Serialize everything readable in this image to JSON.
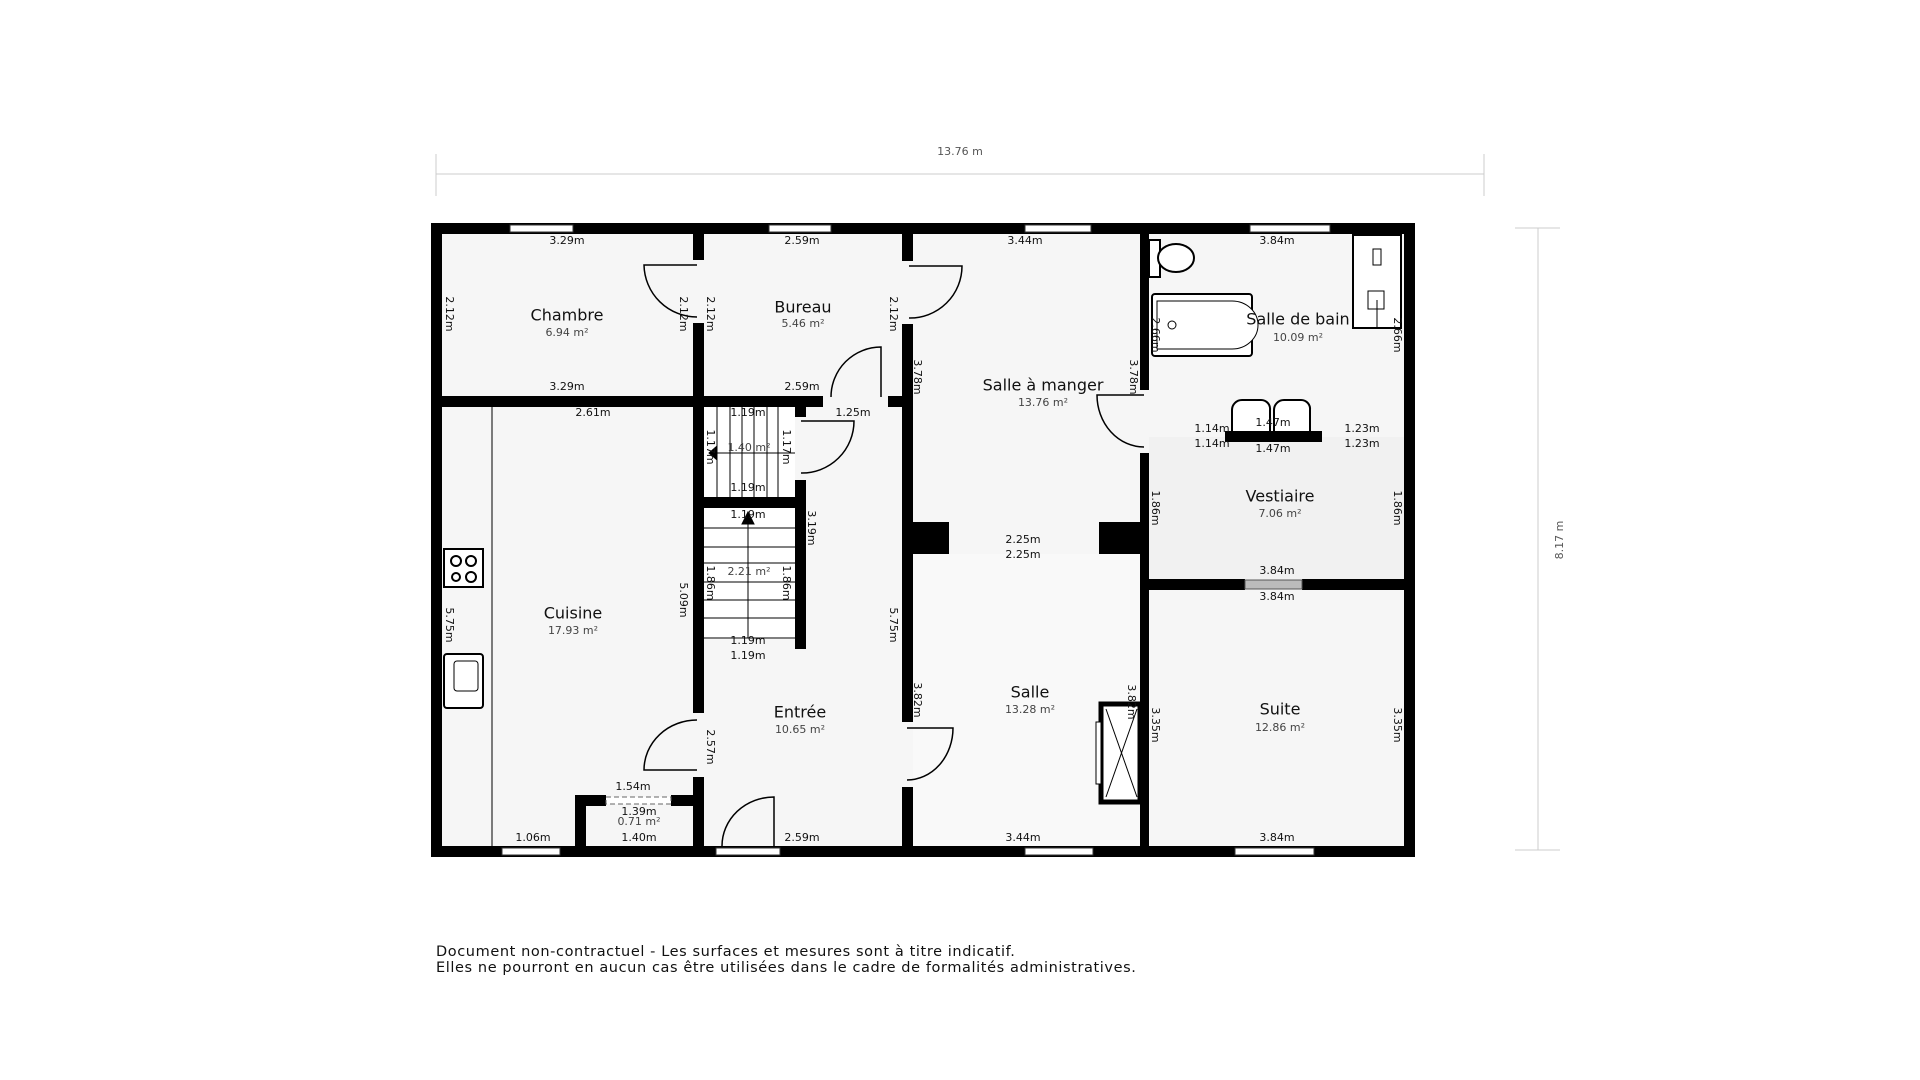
{
  "overall": {
    "width": "13.76 m",
    "height": "8.17 m"
  },
  "rooms": {
    "chambre": {
      "name": "Chambre",
      "area": "6.94 m²"
    },
    "bureau": {
      "name": "Bureau",
      "area": "5.46 m²"
    },
    "salle_manger": {
      "name": "Salle à manger",
      "area": "13.76 m²"
    },
    "salle_bain": {
      "name": "Salle de bain",
      "area": "10.09 m²"
    },
    "vestiaire": {
      "name": "Vestiaire",
      "area": "7.06 m²"
    },
    "cuisine": {
      "name": "Cuisine",
      "area": "17.93 m²"
    },
    "entree": {
      "name": "Entrée",
      "area": "10.65 m²"
    },
    "salle": {
      "name": "Salle",
      "area": "13.28 m²"
    },
    "suite": {
      "name": "Suite",
      "area": "12.86 m²"
    },
    "stair_upper": {
      "area": "1.40 m²"
    },
    "stair_lower": {
      "area": "2.21 m²"
    },
    "placard": {
      "area": "0.71 m²"
    }
  },
  "dims": {
    "chambre": [
      "3.29m",
      "3.29m",
      "2.12m",
      "2.12m"
    ],
    "bureau": [
      "2.59m",
      "2.59m",
      "2.12m",
      "2.12m"
    ],
    "cuisine": [
      "2.61m",
      "5.75m",
      "5.09m",
      "1.06m"
    ],
    "placard": [
      "1.54m",
      "1.39m",
      "1.40m"
    ],
    "stairs": [
      "1.19m",
      "1.17m",
      "1.17m",
      "1.19m",
      "1.19m",
      "1.86m",
      "1.86m",
      "1.19m",
      "1.19m"
    ],
    "entree": [
      "1.25m",
      "3.19m",
      "5.75m",
      "2.57m",
      "2.59m"
    ],
    "salle_manger": [
      "3.44m",
      "3.78m",
      "3.78m",
      "2.25m",
      "2.25m"
    ],
    "salle": [
      "3.82m",
      "3.82m",
      "3.44m"
    ],
    "salle_bain": [
      "3.84m",
      "2.66m",
      "2.66m",
      "1.14m",
      "1.14m",
      "1.47m",
      "1.47m",
      "1.23m",
      "1.23m"
    ],
    "vestiaire": [
      "1.86m",
      "1.86m",
      "3.84m",
      "3.84m"
    ],
    "suite": [
      "3.35m",
      "3.35m",
      "3.84m"
    ]
  },
  "footer": {
    "line1": "Document non-contractuel - Les surfaces et mesures sont à titre indicatif.",
    "line2": "Elles ne pourront en aucun cas être utilisées dans le cadre de formalités administratives."
  }
}
